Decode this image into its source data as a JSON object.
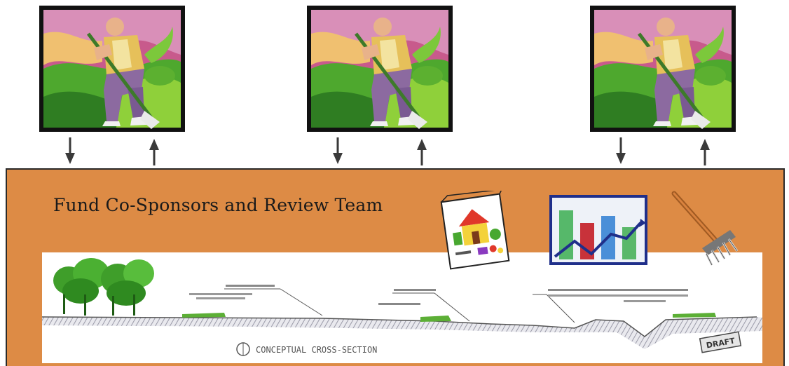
{
  "panel": {
    "title": "Fund Co-Sponsors and Review Team"
  },
  "cross_section": {
    "caption": "CONCEPTUAL CROSS-SECTION",
    "stamp": "DRAFT"
  },
  "icons": {
    "worker": "gardener-with-shovel-icon",
    "flow_down": "arrow-down-icon",
    "flow_up": "arrow-up-icon",
    "house_drawing": "house-drawing-icon",
    "bar_chart": "bar-chart-icon",
    "rake": "rake-icon"
  },
  "colors": {
    "panel": "#dd8b45",
    "arrow": "#3a3a3a"
  }
}
